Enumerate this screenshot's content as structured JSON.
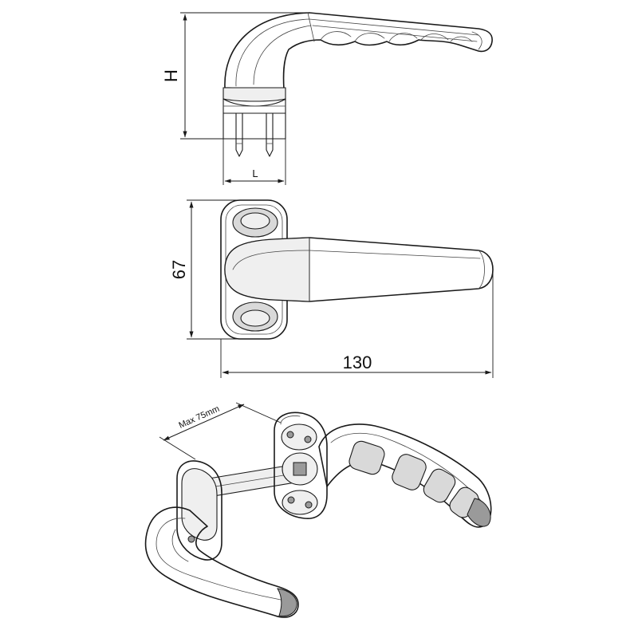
{
  "dimensions": {
    "height_label": "H",
    "length_label": "L",
    "width_label": "67",
    "overall_length_label": "130",
    "max_thickness_label": "Max 75mm"
  },
  "colors": {
    "line": "#1a1a1a",
    "shade": "#d9d9d9",
    "light_shade": "#efefef",
    "dark_shade": "#9a9a9a"
  }
}
